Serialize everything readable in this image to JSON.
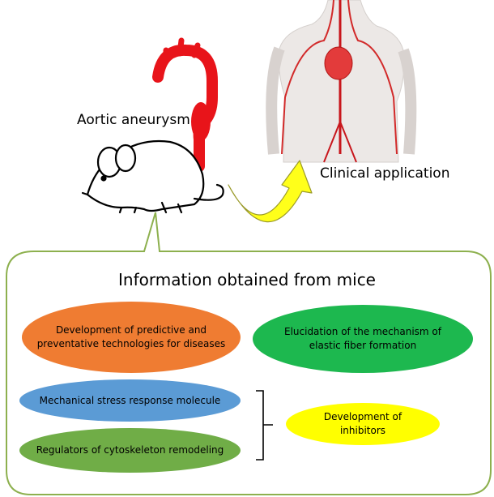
{
  "labels": {
    "aneurysm": "Aortic aneurysm",
    "clinical": "Clinical application"
  },
  "panel": {
    "title": "Information obtained from mice"
  },
  "boxes": {
    "predictive": "Development of predictive and preventative technologies for diseases",
    "elastic": "Elucidation of the mechanism of elastic fiber formation",
    "mechanical": "Mechanical stress response molecule",
    "regulators": "Regulators of cytoskeleton remodeling",
    "inhibitors": "Development of inhibitors"
  },
  "colors": {
    "orange": "#ef7c32",
    "green": "#1db84f",
    "blue": "#5b9bd5",
    "olive": "#70ad47",
    "yellow": "#ffff00",
    "panel_border": "#8db04e",
    "aorta_red": "#e8141a",
    "arrow_yellow": "#ffff1a"
  }
}
